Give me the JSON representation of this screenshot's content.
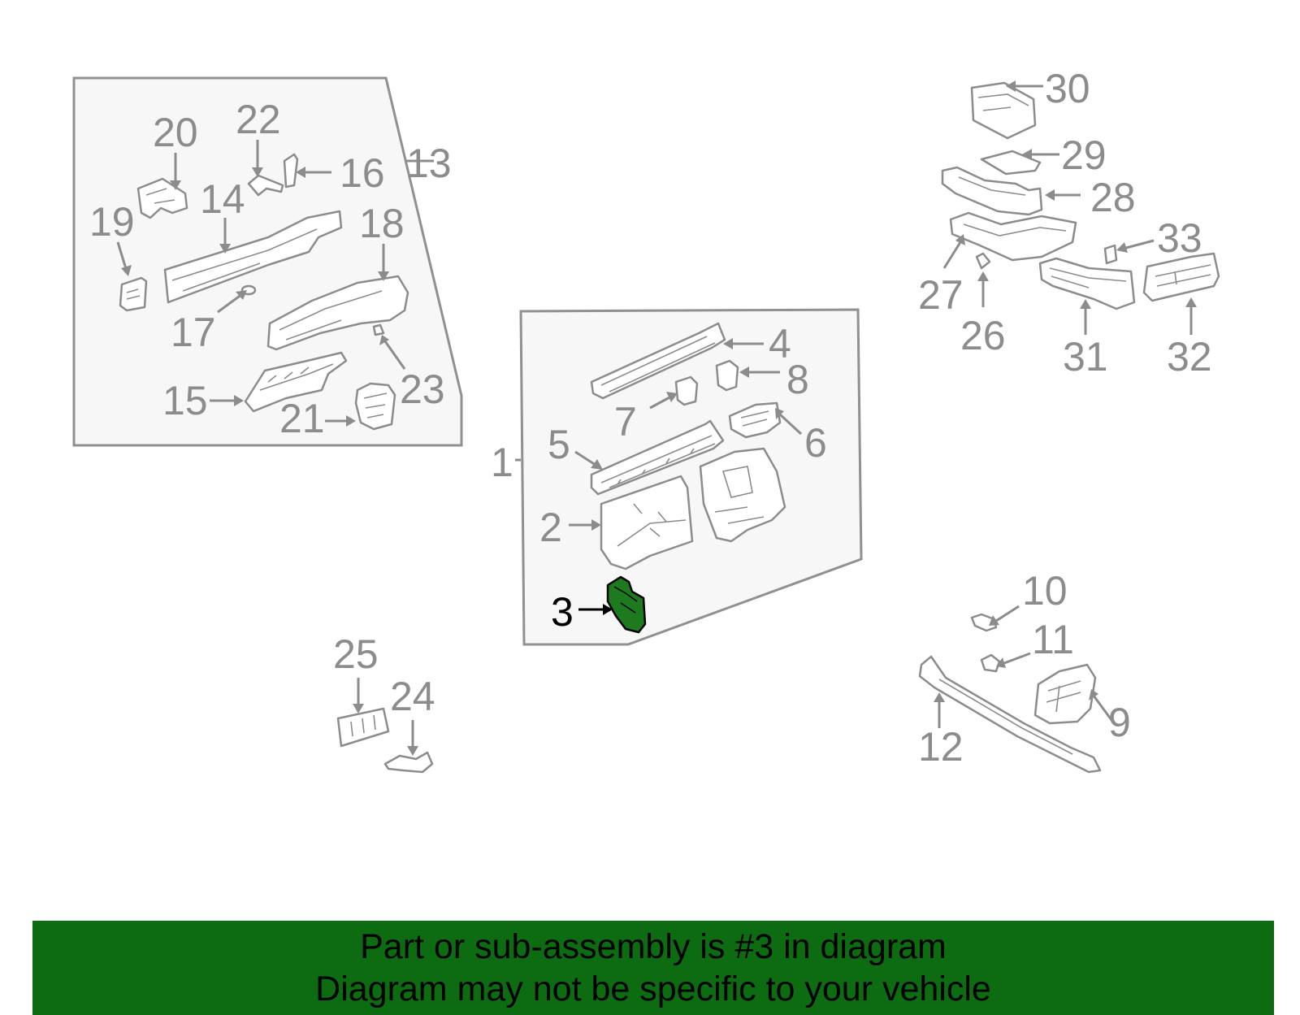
{
  "callouts": {
    "c1": "1",
    "c2": "2",
    "c3": "3",
    "c4": "4",
    "c5": "5",
    "c6": "6",
    "c7": "7",
    "c8": "8",
    "c9": "9",
    "c10": "10",
    "c11": "11",
    "c12": "12",
    "c13": "13",
    "c14": "14",
    "c15": "15",
    "c16": "16",
    "c17": "17",
    "c18": "18",
    "c19": "19",
    "c20": "20",
    "c21": "21",
    "c22": "22",
    "c23": "23",
    "c24": "24",
    "c25": "25",
    "c26": "26",
    "c27": "27",
    "c28": "28",
    "c29": "29",
    "c30": "30",
    "c31": "31",
    "c32": "32",
    "c33": "33"
  },
  "highlighted_part": "3",
  "colors": {
    "highlight_part": "#1e7a1e",
    "banner_background": "#0d6b12",
    "line_art": "#8c8c8c",
    "panel_fill": "#f7f7f7"
  },
  "banner": {
    "line1": "Part or sub-assembly is #3 in diagram",
    "line2": "Diagram may not be specific to your vehicle"
  }
}
